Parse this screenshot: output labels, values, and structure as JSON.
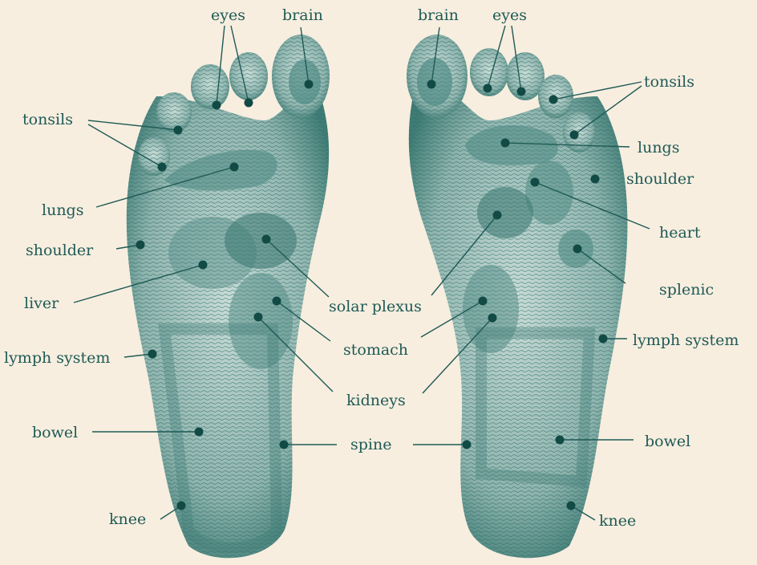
{
  "colors": {
    "background": "#f7eedf",
    "foot": "#7fa8a3",
    "zone": "#4f8a84",
    "ink": "#1f5a56",
    "dot": "#124a45"
  },
  "labels": {
    "top_eyes_left": "eyes",
    "top_brain_left": "brain",
    "top_brain_right": "brain",
    "top_eyes_right": "eyes",
    "tonsils_left": "tonsils",
    "lungs_left": "lungs",
    "shoulder_left": "shoulder",
    "liver": "liver",
    "lymph_left": "lymph system",
    "bowel_left": "bowel",
    "knee_left": "knee",
    "solar_plexus": "solar plexus",
    "stomach": "stomach",
    "kidneys": "kidneys",
    "spine": "spine",
    "tonsils_right": "tonsils",
    "lungs_right": "lungs",
    "shoulder_right": "shoulder",
    "heart": "heart",
    "splenic": "splenic",
    "lymph_right": "lymph system",
    "bowel_right": "bowel",
    "knee_right": "knee"
  }
}
